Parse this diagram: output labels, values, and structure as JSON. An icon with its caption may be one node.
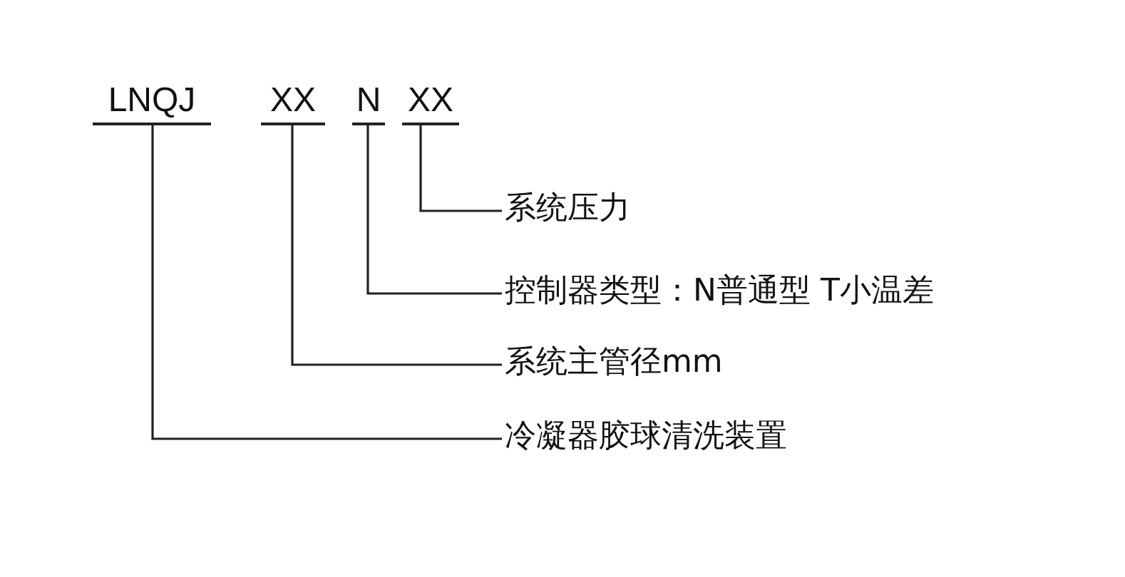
{
  "diagram": {
    "nodes": [
      {
        "text": [
          "LNQJ"
        ]
      },
      {
        "text": [
          "XX"
        ]
      },
      {
        "text": [
          "N"
        ]
      },
      {
        "text": [
          "XX"
        ]
      },
      {
        "text": [
          "系统压力"
        ]
      },
      {
        "text": [
          "控制器类型：N普通型 T小温差"
        ]
      },
      {
        "text": [
          "系统主管径mm"
        ]
      },
      {
        "text": [
          "冷凝器胶球清洗装置"
        ]
      }
    ],
    "edges": [
      {
        "from": 3,
        "to": 4,
        "arrow": "none"
      },
      {
        "from": 2,
        "to": 5,
        "arrow": "none"
      },
      {
        "from": 1,
        "to": 6,
        "arrow": "none"
      },
      {
        "from": 0,
        "to": 7,
        "arrow": "none"
      }
    ]
  }
}
